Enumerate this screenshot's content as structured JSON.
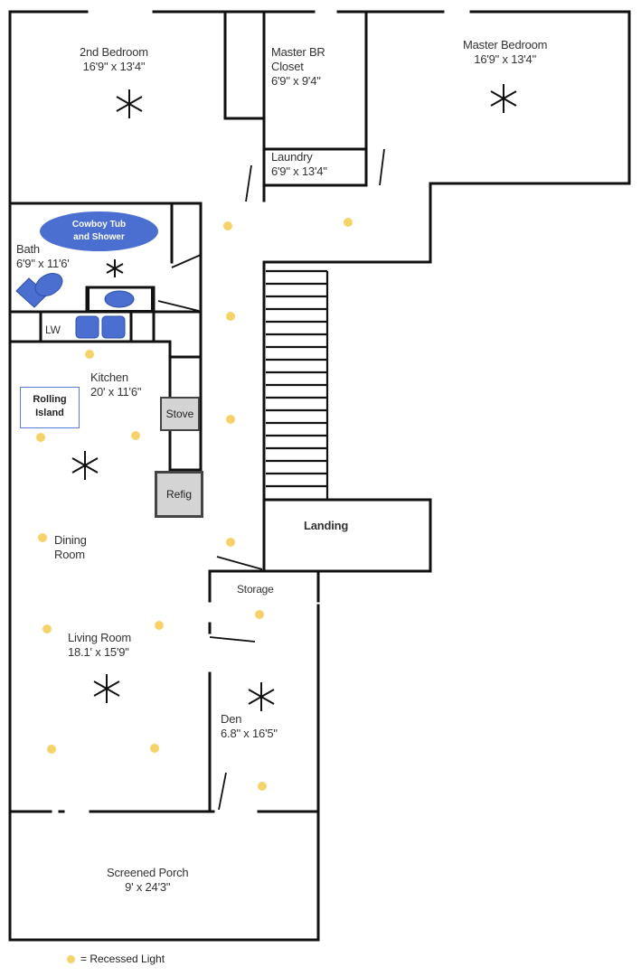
{
  "rooms": {
    "second_bedroom": {
      "name": "2nd Bedroom",
      "dim": "16'9\" x 13'4\""
    },
    "master_closet": {
      "name1": "Master BR",
      "name2": "Closet",
      "dim": "6'9\" x 9'4\""
    },
    "master_bedroom": {
      "name": "Master Bedroom",
      "dim": "16'9\" x 13'4\""
    },
    "laundry": {
      "name": "Laundry",
      "dim": "6'9\" x 13'4\""
    },
    "bath": {
      "name": "Bath",
      "dim": "6'9\" x 11'6'"
    },
    "kitchen": {
      "name": "Kitchen",
      "dim": "20' x 11'6\""
    },
    "dining": {
      "name1": "Dining",
      "name2": "Room"
    },
    "living": {
      "name": "Living Room",
      "dim": "18.1' x 15'9\""
    },
    "landing": {
      "name": "Landing"
    },
    "storage": {
      "name": "Storage"
    },
    "den": {
      "name": "Den",
      "dim": "6.8\" x 16'5\""
    },
    "porch": {
      "name": "Screened Porch",
      "dim": "9' x 24'3\""
    }
  },
  "fixtures": {
    "tub": {
      "line1": "Cowboy Tub",
      "line2": "and Shower"
    },
    "lw": "LW",
    "stove": "Stove",
    "fridge": "Refig",
    "island": {
      "line1": "Rolling",
      "line2": "Island"
    }
  },
  "legend": {
    "text": "= Recessed Light"
  },
  "colors": {
    "wall": "#111111",
    "fixture_blue": "#4a6fd0",
    "light": "#f5d36a",
    "appliance": "#d4d4d4"
  }
}
